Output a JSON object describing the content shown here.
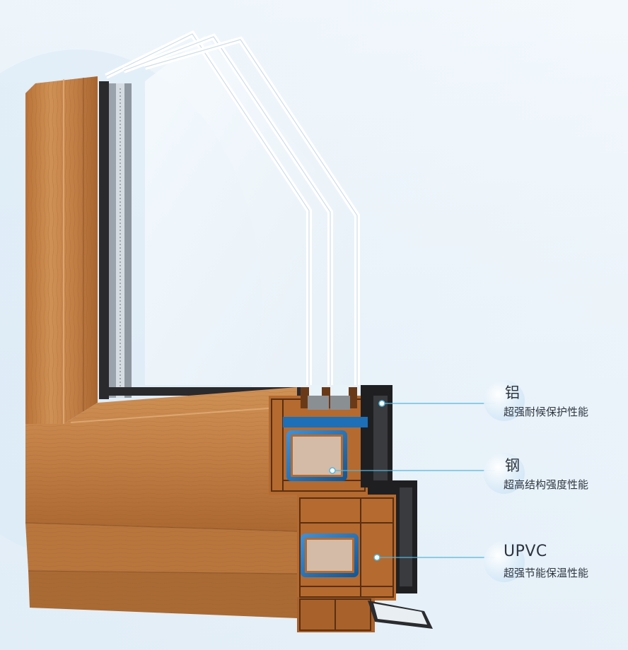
{
  "callouts": {
    "aluminum": {
      "title": "铝",
      "description": "超强耐候保护性能"
    },
    "steel": {
      "title": "钢",
      "description": "超高结构强度性能"
    },
    "upvc": {
      "title": "UPVC",
      "description": "超强节能保温性能"
    }
  },
  "colors": {
    "wood_light": "#c9874a",
    "wood_dark": "#8d5124",
    "steel_blue": "#1d6fb8",
    "aluminum_dark": "#1f1f22",
    "leader_line": "#54b7dc",
    "background": "#eaf3fa"
  }
}
